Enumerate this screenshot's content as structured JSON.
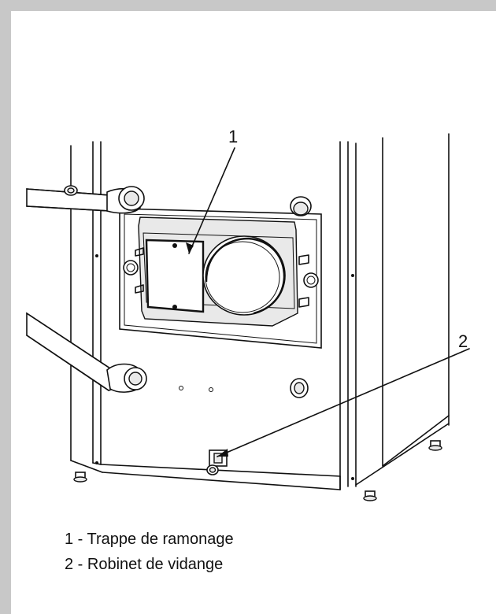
{
  "callouts": [
    {
      "number": "1"
    },
    {
      "number": "2"
    }
  ],
  "legend": [
    {
      "text": "1 - Trappe de ramonage"
    },
    {
      "text": "2 - Robinet de vidange"
    }
  ]
}
